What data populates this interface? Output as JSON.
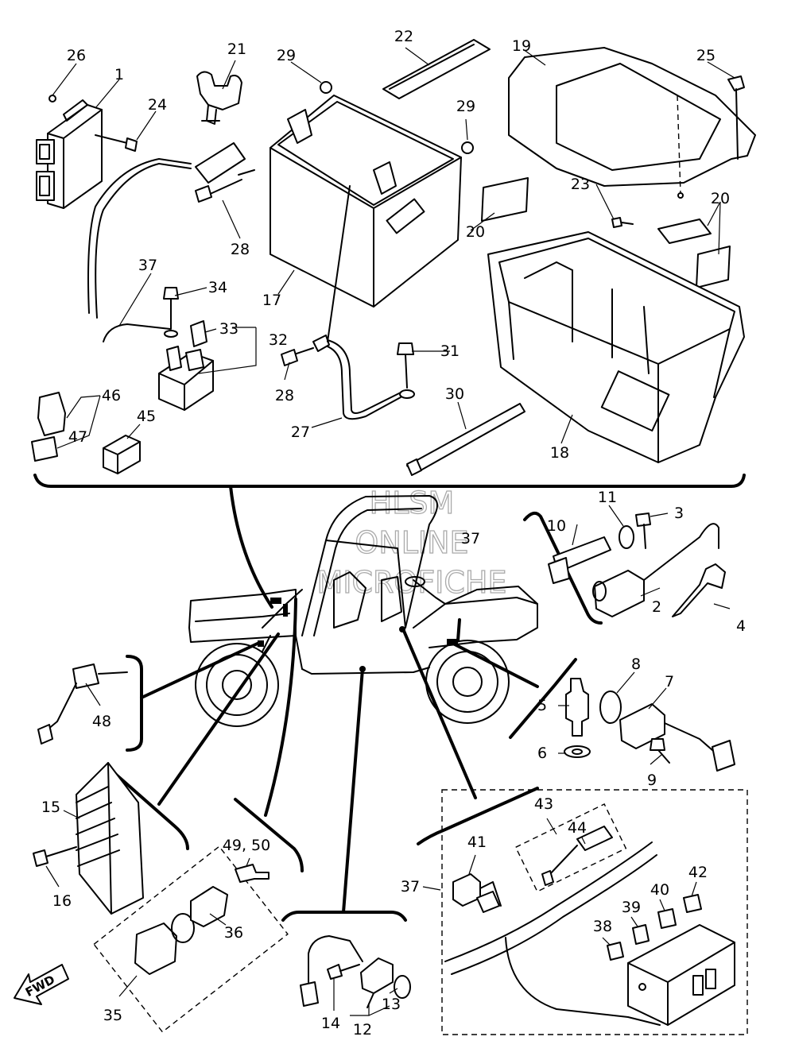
{
  "watermark": {
    "line1": "HLSM",
    "line2": "ONLINE",
    "line3": "MICROFICHE"
  },
  "direction_marker": "FWD",
  "callouts": {
    "c1": "1",
    "c2": "2",
    "c3": "3",
    "c4": "4",
    "c5": "5",
    "c6": "6",
    "c7": "7",
    "c8": "8",
    "c9": "9",
    "c10": "10",
    "c11": "11",
    "c12": "12",
    "c13": "13",
    "c14": "14",
    "c15": "15",
    "c16": "16",
    "c17": "17",
    "c18": "18",
    "c19": "19",
    "c20a": "20",
    "c20b": "20",
    "c21": "21",
    "c22": "22",
    "c23": "23",
    "c24": "24",
    "c25": "25",
    "c26": "26",
    "c27": "27",
    "c28a": "28",
    "c28b": "28",
    "c29a": "29",
    "c29b": "29",
    "c30": "30",
    "c31": "31",
    "c32": "32",
    "c33": "33",
    "c34": "34",
    "c35": "35",
    "c36": "36",
    "c37a": "37",
    "c37b": "37",
    "c37c": "37",
    "c38": "38",
    "c39": "39",
    "c40": "40",
    "c41": "41",
    "c42": "42",
    "c43": "43",
    "c44": "44",
    "c45": "45",
    "c46": "46",
    "c47": "47",
    "c48": "48",
    "c4950": "49, 50"
  }
}
